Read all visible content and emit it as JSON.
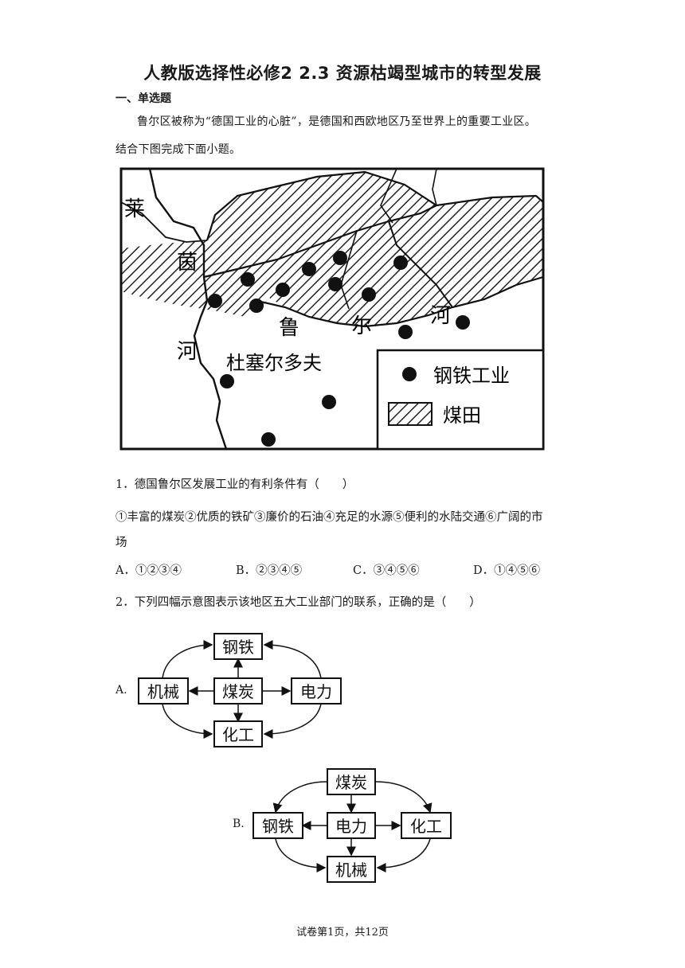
{
  "title": "人教版选择性必修2 2.3 资源枯竭型城市的转型发展",
  "section_heading": "一、单选题",
  "intro": {
    "line1": "鲁尔区被称为“德国工业的心脏”，是德国和西欧地区乃至世界上的重要工业区。",
    "line2": "结合下图完成下面小题。"
  },
  "map": {
    "labels": {
      "lai": "莱",
      "yin": "茵",
      "he_left": "河",
      "lu": "鲁",
      "er": "尔",
      "he_right": "河",
      "city": "杜塞尔多夫"
    },
    "legend": {
      "steel": "钢铁工业",
      "coal": "煤田"
    }
  },
  "q1": {
    "stem": "1．德国鲁尔区发展工业的有利条件有（　　）",
    "items_line1": "①丰富的煤炭②优质的铁矿③廉价的石油④充足的水源⑤便利的水陆交通⑥广阔的市",
    "items_line2": "场",
    "options": {
      "a": "A．①②③④",
      "b": "B．②③④⑤",
      "c": "C．③④⑤⑥",
      "d": "D．①④⑤⑥"
    }
  },
  "q2": {
    "stem": "2．下列四幅示意图表示该地区五大工业部门的联系，正确的是（　　）",
    "diagram_a": {
      "label": "A.",
      "top": "钢铁",
      "left": "机械",
      "center": "煤炭",
      "right": "电力",
      "bottom": "化工"
    },
    "diagram_b": {
      "label": "B.",
      "top": "煤炭",
      "left": "钢铁",
      "center": "电力",
      "right": "化工",
      "bottom": "机械"
    }
  },
  "footer": "试卷第1页，共12页"
}
